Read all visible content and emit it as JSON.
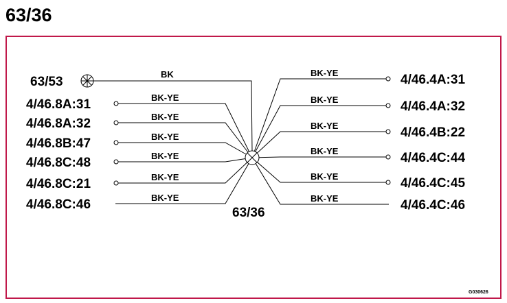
{
  "title": "63/36",
  "hub": "63/36",
  "colors": {
    "frame": "#c0184a",
    "line": "#000000"
  },
  "ground": {
    "label": "63/53",
    "wire": "BK",
    "icon": "ground-symbol-icon"
  },
  "left_connections": [
    {
      "label": "4/46.8A:31",
      "wire": "BK-YE",
      "terminal": true
    },
    {
      "label": "4/46.8A:32",
      "wire": "BK-YE",
      "terminal": true
    },
    {
      "label": "4/46.8B:47",
      "wire": "BK-YE",
      "terminal": true
    },
    {
      "label": "4/46.8C:48",
      "wire": "BK-YE",
      "terminal": true
    },
    {
      "label": "4/46.8C:21",
      "wire": "BK-YE",
      "terminal": true
    },
    {
      "label": "4/46.8C:46",
      "wire": "BK-YE",
      "terminal": false
    }
  ],
  "right_connections": [
    {
      "label": "4/46.4A:31",
      "wire": "BK-YE",
      "terminal": true
    },
    {
      "label": "4/46.4A:32",
      "wire": "BK-YE",
      "terminal": true
    },
    {
      "label": "4/46.4B:22",
      "wire": "BK-YE",
      "terminal": true
    },
    {
      "label": "4/46.4C:44",
      "wire": "BK-YE",
      "terminal": true
    },
    {
      "label": "4/46.4C:45",
      "wire": "BK-YE",
      "terminal": true
    },
    {
      "label": "4/46.4C:46",
      "wire": "BK-YE",
      "terminal": false
    }
  ],
  "figure_code": "G030626"
}
